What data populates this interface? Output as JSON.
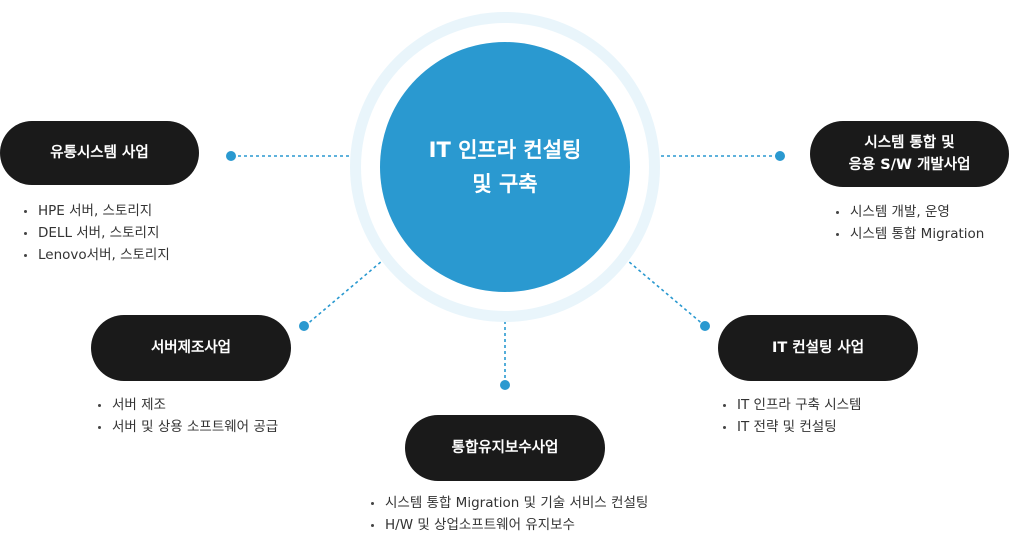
{
  "colors": {
    "hub": "#2a99d0",
    "halo": "#e9f5fb",
    "pill": "#1a1a1a",
    "connector": "#2a99d0"
  },
  "hub": {
    "lines": [
      "IT 인프라 컨설팅",
      "및 구축"
    ]
  },
  "nodes": [
    {
      "id": "distribution",
      "lines": [
        "유통시스템 사업"
      ],
      "items": [
        "HPE 서버, 스토리지",
        "DELL 서버, 스토리지",
        "Lenovo서버, 스토리지"
      ]
    },
    {
      "id": "manufacturing",
      "lines": [
        "서버제조사업"
      ],
      "items": [
        "서버 제조",
        "서버 및 상용 소프트웨어 공급"
      ]
    },
    {
      "id": "maintenance",
      "lines": [
        "통합유지보수사업"
      ],
      "items": [
        "시스템 통합 Migration 및 기술 서비스 컨설팅",
        "H/W 및 상업소프트웨어 유지보수"
      ]
    },
    {
      "id": "consulting",
      "lines": [
        "IT 컨설팅 사업"
      ],
      "items": [
        "IT 인프라 구축 시스템",
        "IT 전략 및 컨설팅"
      ]
    },
    {
      "id": "integration",
      "lines": [
        "시스템 통합 및",
        "응용 S/W 개발사업"
      ],
      "items": [
        "시스템 개발, 운영",
        "시스템 통합 Migration"
      ]
    }
  ]
}
